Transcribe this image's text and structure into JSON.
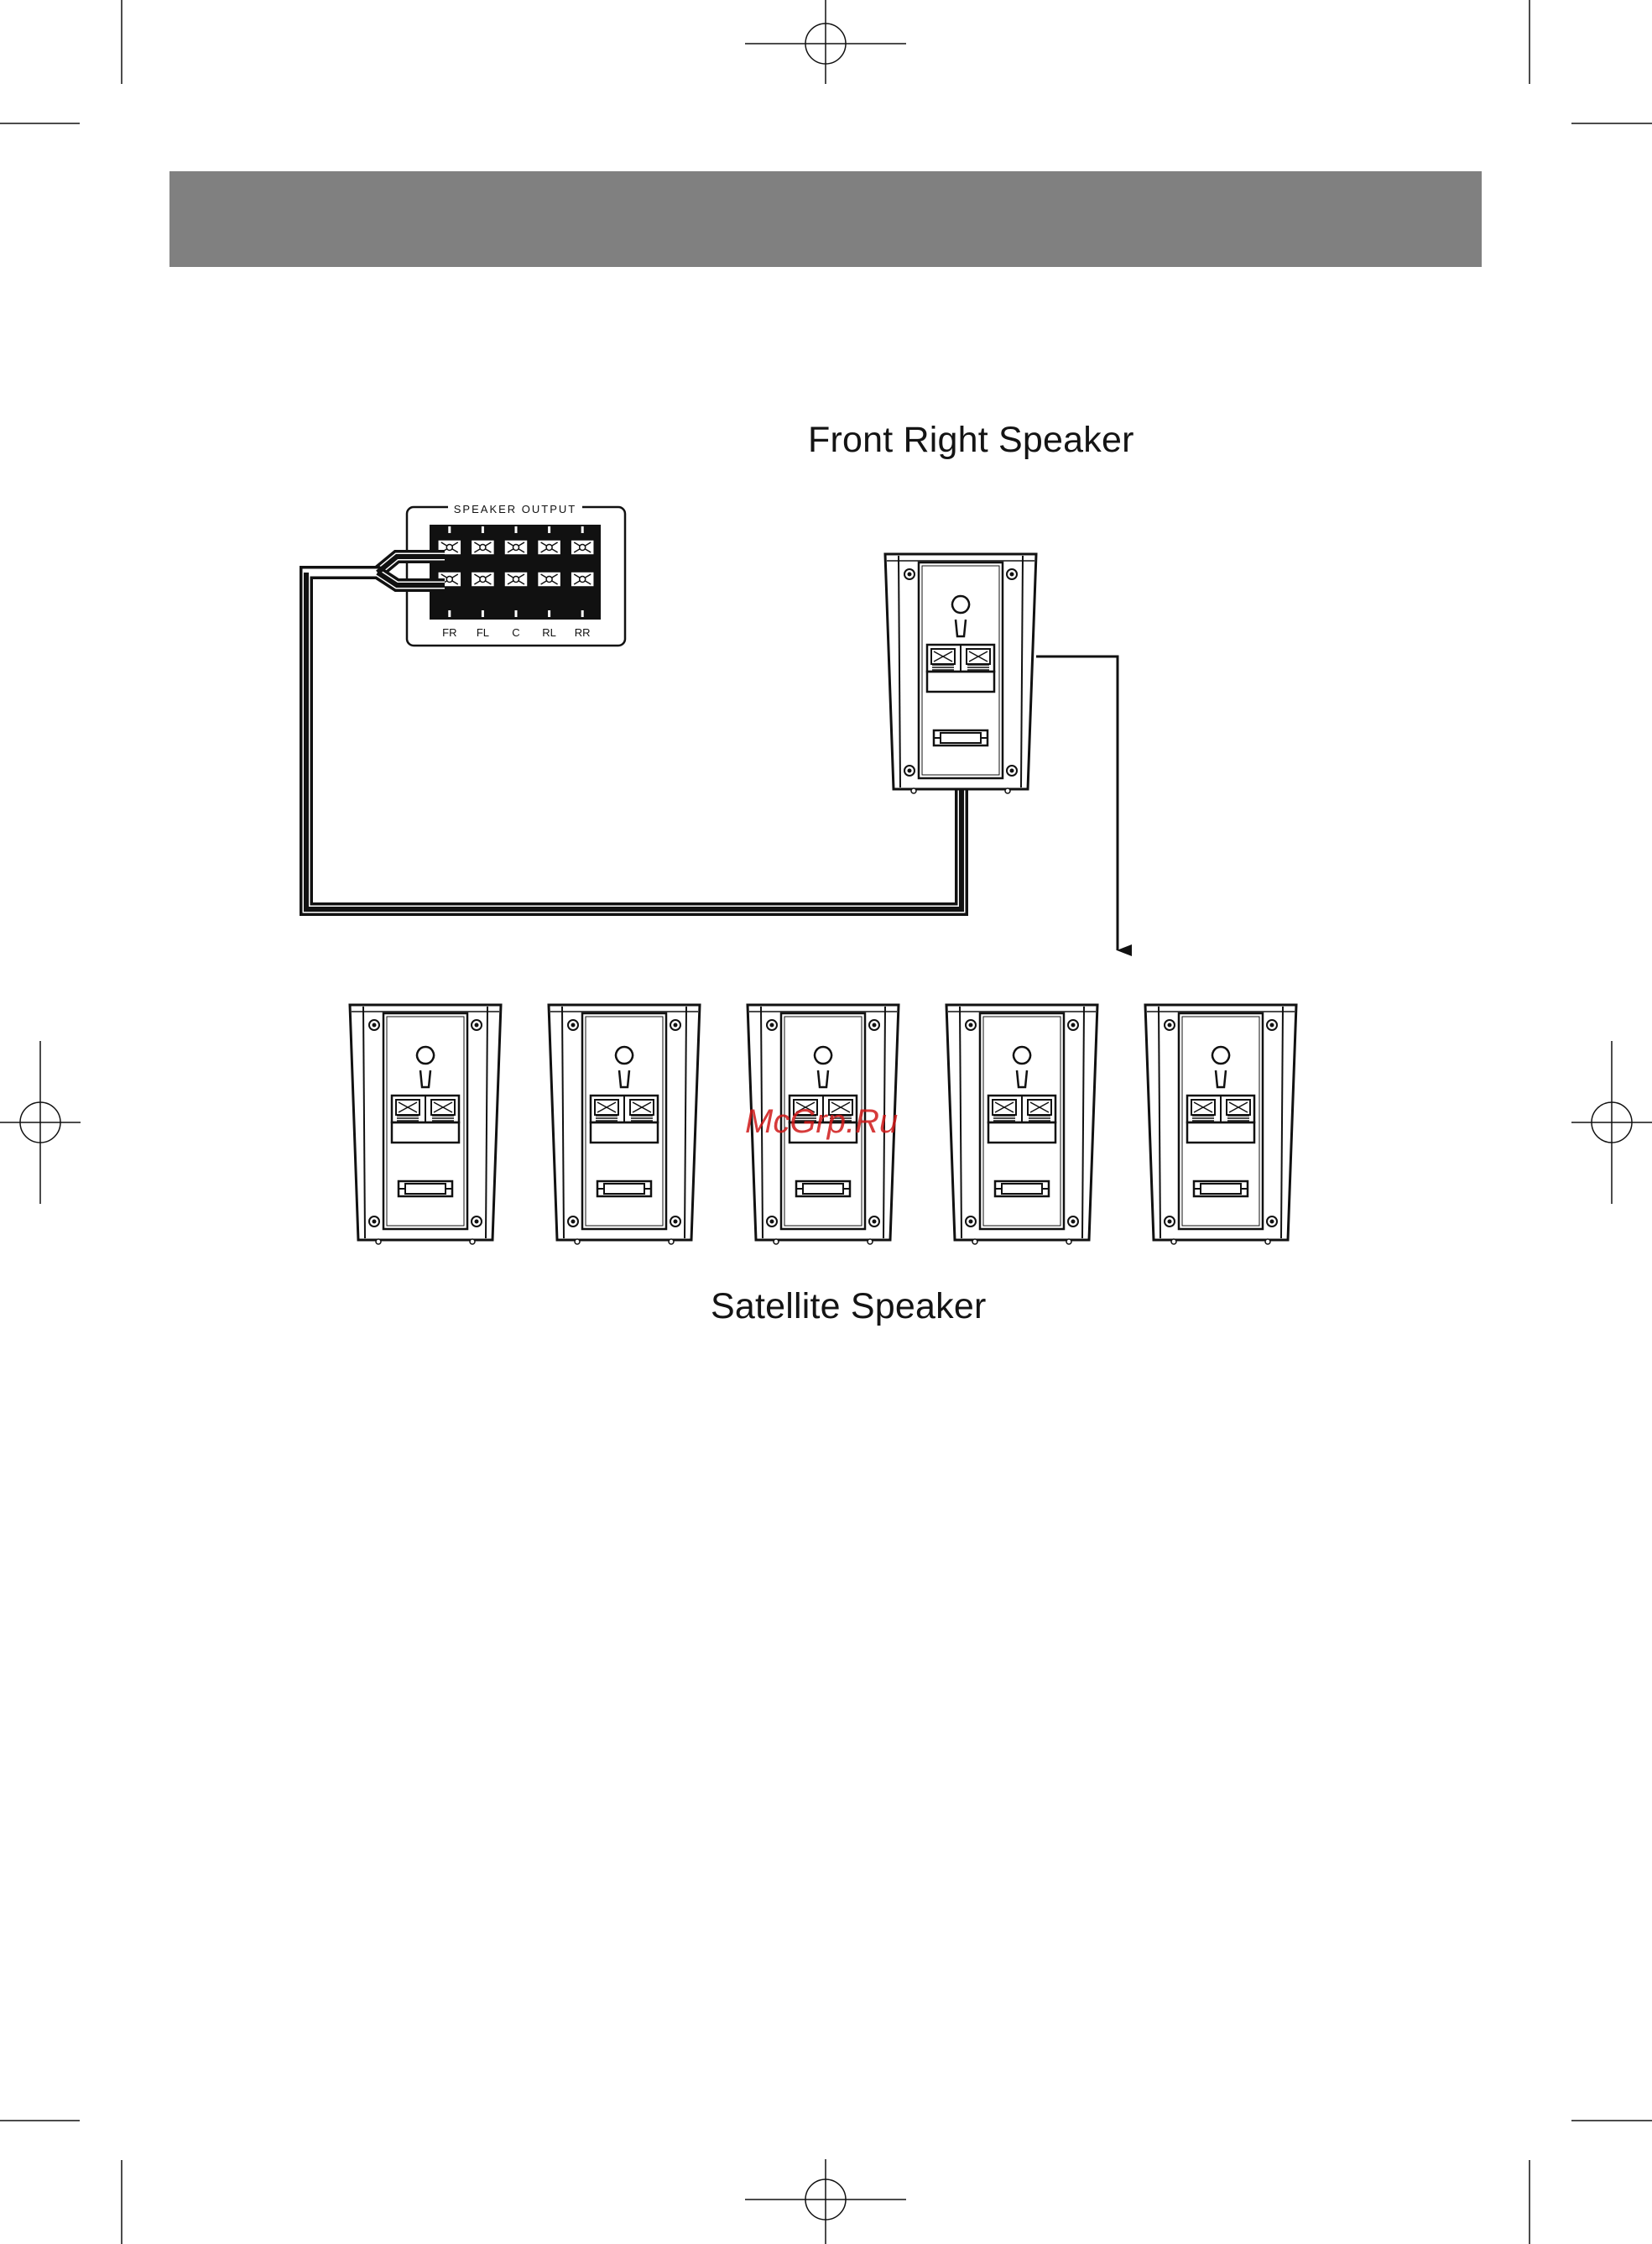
{
  "labels": {
    "front_right_speaker": "Front Right Speaker",
    "satellite_speaker": "Satellite Speaker",
    "speaker_output": "SPEAKER OUTPUT",
    "watermark": "McGrp.Ru"
  },
  "channels": [
    "FR",
    "FL",
    "C",
    "RL",
    "RR"
  ],
  "colors": {
    "header_bar": "#808080",
    "line": "#111111",
    "watermark": "#d01818"
  },
  "satellite_count": 5
}
